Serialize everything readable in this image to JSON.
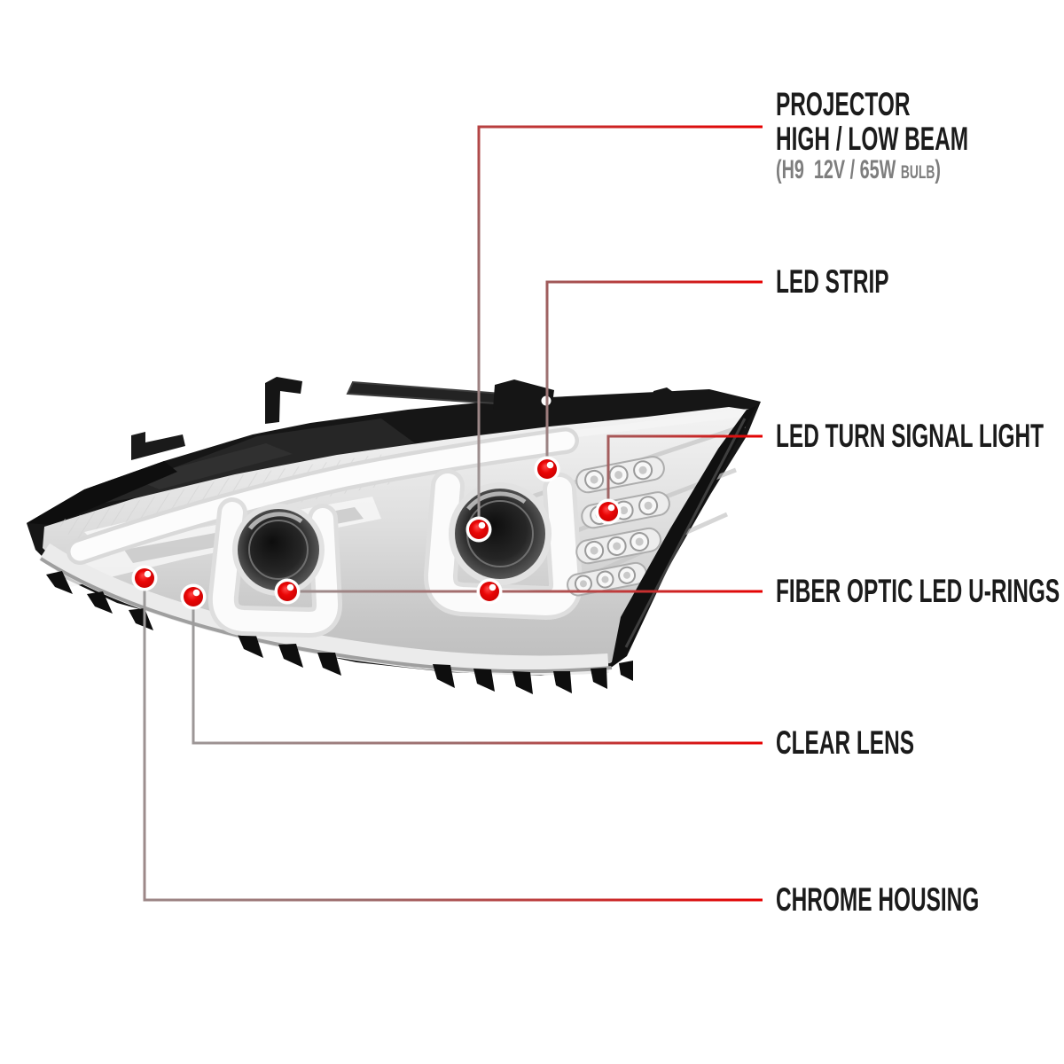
{
  "background": "#ffffff",
  "colors": {
    "label_text": "#1b1b1b",
    "spec_text": "#7e7e7e",
    "callout_red": "#e60000",
    "callout_gray": "#9c9c9c",
    "dot_red": "#e60000",
    "housing_black": "#161616",
    "chrome_light": "#f0f0f0"
  },
  "callouts": {
    "projector": {
      "line1": "PROJECTOR",
      "line2": "HIGH / LOW BEAM",
      "spec_prefix": "(H9  12V / 65W ",
      "spec_bulb": "BULB",
      "spec_suffix": ")"
    },
    "led_strip": {
      "label": "LED STRIP"
    },
    "led_turn_signal": {
      "label": "LED TURN SIGNAL LIGHT"
    },
    "fiber_optic": {
      "label": "FIBER OPTIC LED U-RINGS"
    },
    "clear_lens": {
      "label": "CLEAR LENS"
    },
    "chrome_housing": {
      "label": "CHROME HOUSING"
    }
  }
}
